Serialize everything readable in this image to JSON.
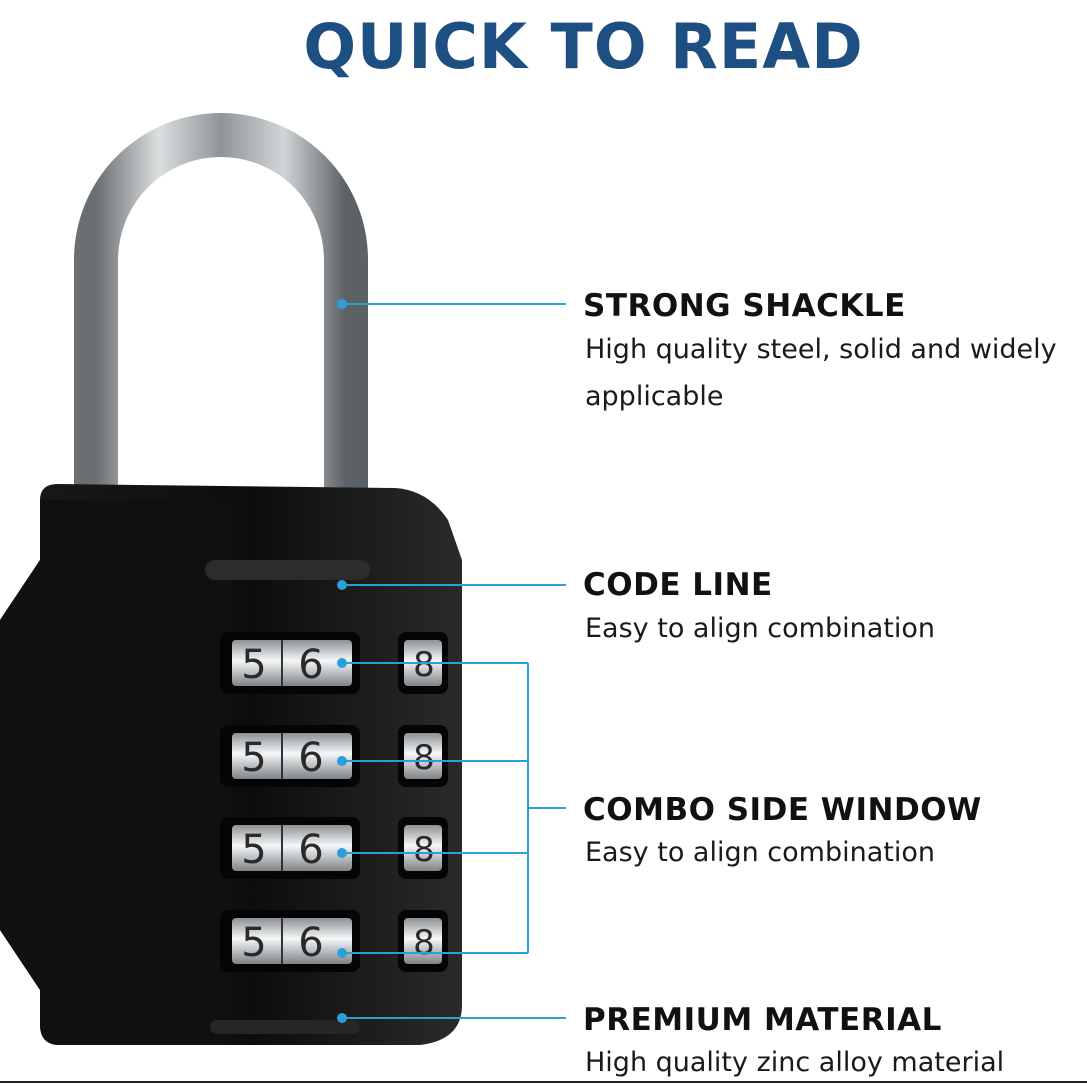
{
  "title": {
    "text": "QUICK TO READ",
    "color": "#1d4f82"
  },
  "accent_color": "#2b9fd6",
  "features": [
    {
      "title": "STRONG SHACKLE",
      "description_lines": [
        "High quality steel, solid and widely",
        "applicable"
      ]
    },
    {
      "title": "CODE LINE",
      "description_lines": [
        "Easy to align combination"
      ]
    },
    {
      "title": "COMBO SIDE WINDOW",
      "description_lines": [
        "Easy to align combination"
      ]
    },
    {
      "title": "PREMIUM MATERIAL",
      "description_lines": [
        "High quality zinc alloy material"
      ]
    }
  ],
  "lock": {
    "icon": "combination-padlock-icon",
    "body_color": "#111111",
    "dial_digits": [
      "5",
      "6"
    ],
    "side_window_digit": "8",
    "dial_count": 4
  }
}
